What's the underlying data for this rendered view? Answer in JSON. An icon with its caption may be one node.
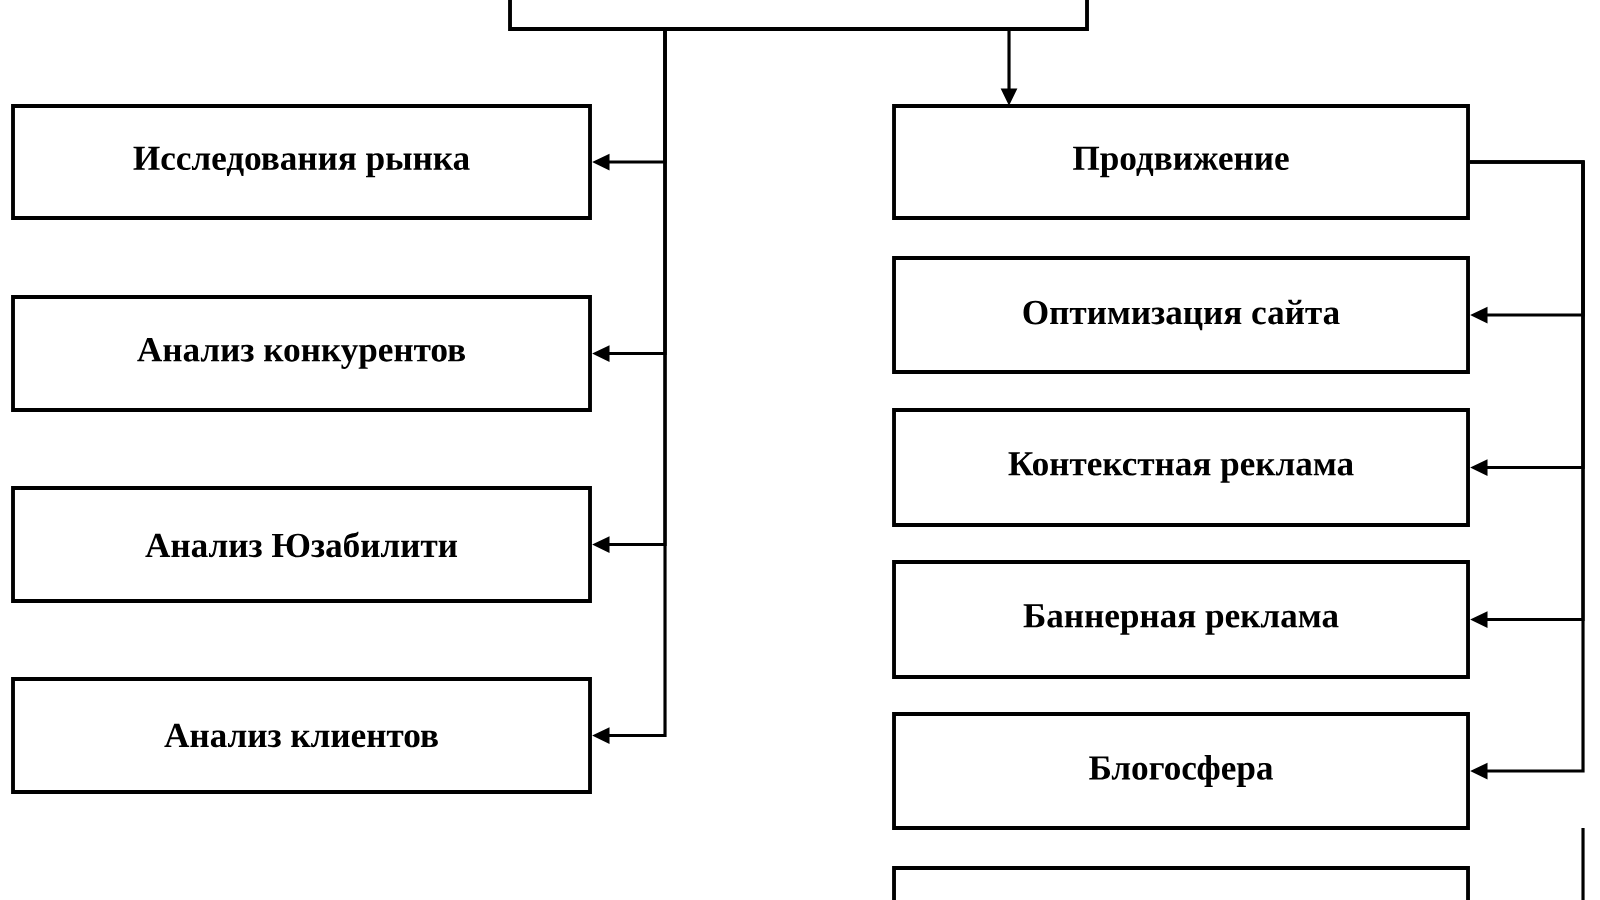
{
  "diagram": {
    "nodes": [
      {
        "text": [],
        "shape": "box"
      },
      {
        "text": [
          "Исследования рынка"
        ]
      },
      {
        "text": [
          "Анализ конкурентов"
        ]
      },
      {
        "text": [
          "Анализ Юзабилити"
        ]
      },
      {
        "text": [
          "Анализ клиентов"
        ]
      },
      {
        "text": [
          "Продвижение"
        ]
      },
      {
        "text": [
          "Оптимизация сайта"
        ]
      },
      {
        "text": [
          "Контекстная реклама"
        ]
      },
      {
        "text": [
          "Баннерная реклама"
        ]
      },
      {
        "text": [
          "Блогосфера"
        ]
      },
      {
        "text": [],
        "shape": "box"
      }
    ],
    "edges": [
      {
        "from": 0,
        "to": 1,
        "arrow": "to"
      },
      {
        "from": 0,
        "to": 2,
        "arrow": "to"
      },
      {
        "from": 0,
        "to": 3,
        "arrow": "to"
      },
      {
        "from": 0,
        "to": 4,
        "arrow": "to"
      },
      {
        "from": 0,
        "to": 5,
        "arrow": "to"
      },
      {
        "from": 5,
        "to": 6,
        "arrow": "to"
      },
      {
        "from": 5,
        "to": 7,
        "arrow": "to"
      },
      {
        "from": 5,
        "to": 8,
        "arrow": "to"
      },
      {
        "from": 5,
        "to": 9,
        "arrow": "to"
      }
    ]
  }
}
